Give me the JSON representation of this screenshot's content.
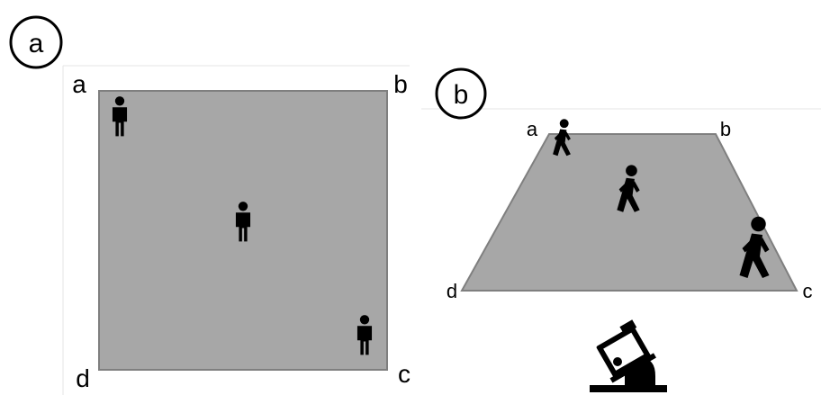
{
  "panel_a": {
    "badge": "a",
    "corners": {
      "a": "a",
      "b": "b",
      "c": "c",
      "d": "d"
    },
    "figures": [
      "person-standing-icon",
      "person-standing-icon",
      "person-standing-icon"
    ]
  },
  "panel_b": {
    "badge": "b",
    "corners": {
      "a": "a",
      "b": "b",
      "c": "c",
      "d": "d"
    },
    "figures": [
      "person-walking-icon",
      "person-walking-icon",
      "person-walking-icon"
    ],
    "device": "camera-icon"
  },
  "colors": {
    "floor": "#a7a7a7",
    "floor_edge": "#7f7f7f",
    "ink": "#000000"
  }
}
